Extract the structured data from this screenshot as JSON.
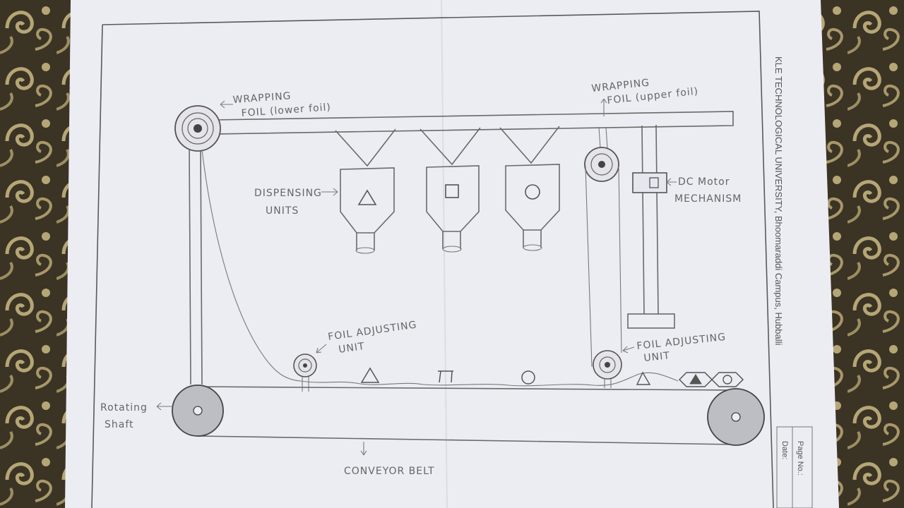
{
  "diagram": {
    "labels": {
      "lower_foil": [
        "WRAPPING",
        "FOIL (lower foil)"
      ],
      "upper_foil": [
        "WRAPPING",
        "FOIL (upper foil)"
      ],
      "dispensing": [
        "DISPENSING",
        "UNITS"
      ],
      "dc_motor": [
        "DC Motor",
        "MECHANISM"
      ],
      "foil_adjust_left": [
        "FOIL ADJUSTING",
        "UNIT"
      ],
      "foil_adjust_right": [
        "FOIL ADJUSTING",
        "UNIT"
      ],
      "rotating_shaft": [
        "Rotating",
        "Shaft"
      ],
      "conveyor_belt": "CONVEYOR BELT"
    },
    "dispenser_shapes": [
      "triangle",
      "square",
      "circle"
    ],
    "belt_items": [
      "triangle",
      "square",
      "circle"
    ],
    "wrapped_items": [
      "triangle",
      "circle"
    ]
  },
  "page": {
    "institution": "KLE TECHNOLOGICAL UNIVERSITY, Bhoomaraddi Campus, Hubballi",
    "page_no_label": "Page No.:",
    "date_label": "Date:"
  },
  "colors": {
    "paper": "#ececf3",
    "pencil": "#6a6a6a",
    "fabric_dark": "#3a3322",
    "fabric_light": "#b8a77a"
  }
}
